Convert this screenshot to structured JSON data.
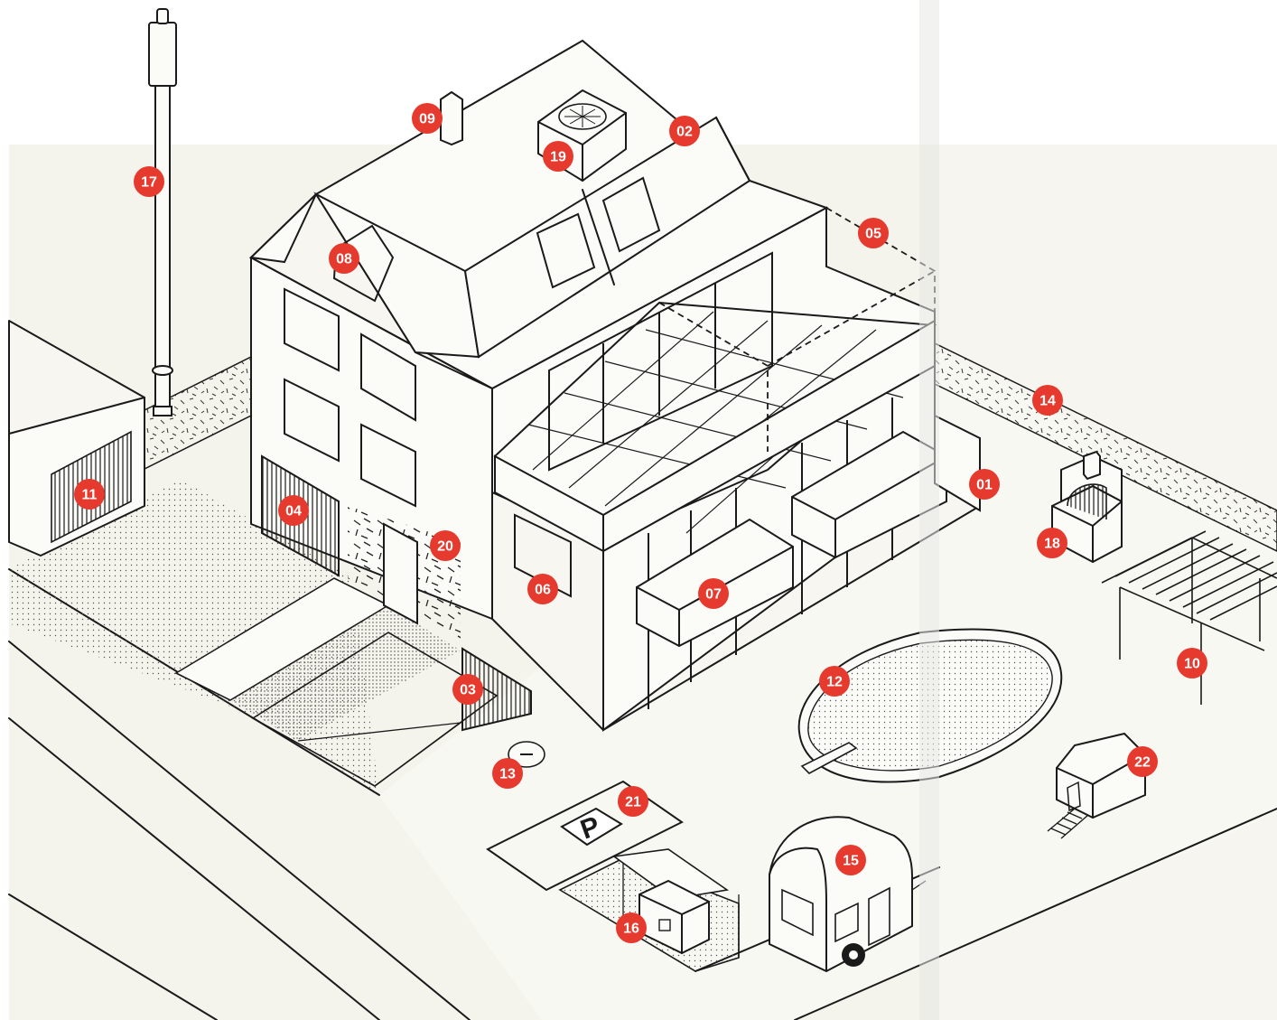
{
  "colors": {
    "paper": "#ffffff",
    "ground": "#f4f3ec",
    "wall": "#fbfbf7",
    "line": "#1a1a1a",
    "badge": "#e63a2e",
    "badge_text": "#ffffff"
  },
  "markers": [
    {
      "id": "01",
      "label": "01"
    },
    {
      "id": "02",
      "label": "02"
    },
    {
      "id": "03",
      "label": "03"
    },
    {
      "id": "04",
      "label": "04"
    },
    {
      "id": "05",
      "label": "05"
    },
    {
      "id": "06",
      "label": "06"
    },
    {
      "id": "07",
      "label": "07"
    },
    {
      "id": "08",
      "label": "08"
    },
    {
      "id": "09",
      "label": "09"
    },
    {
      "id": "10",
      "label": "10"
    },
    {
      "id": "11",
      "label": "11"
    },
    {
      "id": "12",
      "label": "12"
    },
    {
      "id": "13",
      "label": "13"
    },
    {
      "id": "14",
      "label": "14"
    },
    {
      "id": "15",
      "label": "15"
    },
    {
      "id": "16",
      "label": "16"
    },
    {
      "id": "17",
      "label": "17"
    },
    {
      "id": "18",
      "label": "18"
    },
    {
      "id": "19",
      "label": "19"
    },
    {
      "id": "20",
      "label": "20"
    },
    {
      "id": "21",
      "label": "21"
    },
    {
      "id": "22",
      "label": "22"
    }
  ],
  "parking_sign": "P",
  "icons": {
    "fan": "fan-icon",
    "manhole": "manhole-icon"
  }
}
